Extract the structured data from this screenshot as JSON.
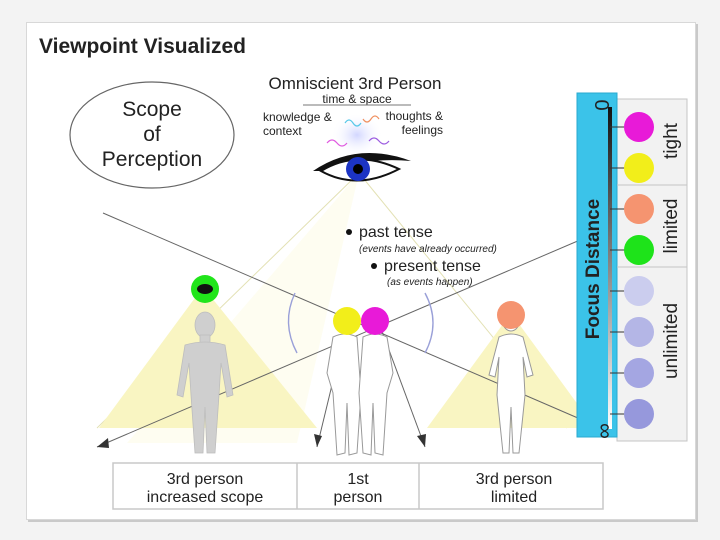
{
  "title": "Viewpoint Visualized",
  "scope_label": [
    "Scope",
    "of",
    "Perception"
  ],
  "omniscient": {
    "title": "Omniscient 3rd Person",
    "time_space": "time & space",
    "knowledge": [
      "knowledge &",
      "context"
    ],
    "thoughts": [
      "thoughts &",
      "feelings"
    ]
  },
  "tenses": {
    "past": "past tense",
    "past_note": "(events have already occurred)",
    "present": "present tense",
    "present_note": "(as events happen)"
  },
  "focus": {
    "title": "Focus Distance",
    "zero": "0",
    "infinity": "∞",
    "bands": [
      "tight",
      "limited",
      "unlimited"
    ],
    "dot_colors": [
      "#e81ad8",
      "#f2ee1a",
      "#f59470",
      "#1ee31a",
      "#cbcdee",
      "#b4b6e6",
      "#a4a6e2",
      "#9698dc"
    ]
  },
  "bottom_table": {
    "cells": [
      [
        "3rd person",
        "increased scope"
      ],
      [
        "1st",
        "person"
      ],
      [
        "3rd person",
        "limited"
      ]
    ]
  },
  "colors": {
    "cone": "#f9f5c2",
    "green_head": "#21e51b",
    "yellow_head": "#f2ee1a",
    "magenta_head": "#e81ad8",
    "orange_head": "#f59470",
    "eye_blue": "#1c34c4",
    "focus_bar": "#3bc3e9"
  }
}
